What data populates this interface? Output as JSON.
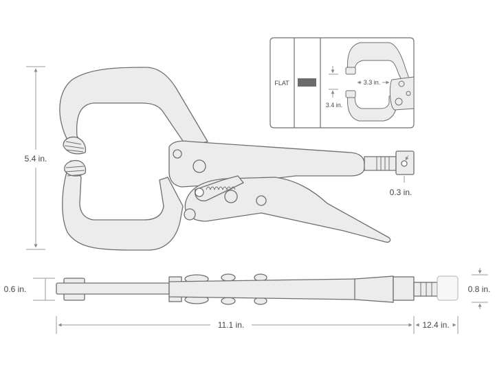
{
  "dimensions": {
    "height": "5.4 in.",
    "screw_diameter": "0.3 in.",
    "thickness": "0.6 in.",
    "pad_height": "0.8 in.",
    "length": "11.1 in.",
    "max_length": "12.4 in."
  },
  "inset": {
    "jaw_type": "FLAT",
    "jaw_opening": "3.3 in.",
    "throat_depth": "3.4 in."
  },
  "colors": {
    "fill": "#ececec",
    "stroke": "#6e6e6e",
    "swatch": "#6b6b6b",
    "dim_line": "#9a9a9a"
  }
}
